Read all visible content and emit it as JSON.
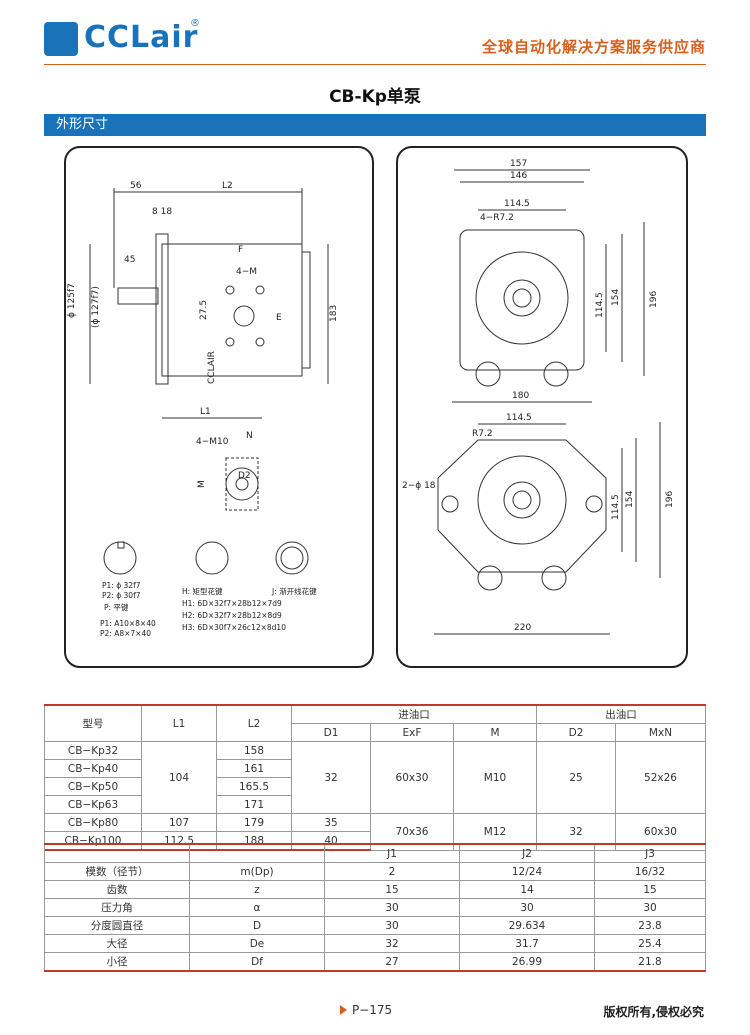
{
  "header": {
    "logo_text": "CCLair",
    "logo_reg": "®",
    "slogan": "全球自动化解决方案服务供应商"
  },
  "title": "CB-Kp单泵",
  "section": "外形尺寸",
  "drawing": {
    "left": {
      "dims": {
        "d56": "56",
        "l2": "L2",
        "d8_18": "8 18",
        "d45": "45",
        "dia125": "ϕ 125f7",
        "dia127": "(ϕ 127f7)",
        "f": "F",
        "m4": "4−M",
        "d27": "27.5",
        "e": "E",
        "d183": "183",
        "l1": "L1",
        "m10": "4−M10",
        "n": "N",
        "m": "M",
        "d2": "D2",
        "brand": "CCLAIR"
      },
      "shaft_p": [
        "P1: ϕ 32f7",
        "P2: ϕ 30f7",
        "P: 平键",
        "P1: A10×8×40",
        "P2: A8×7×40"
      ],
      "shaft_h": [
        "H: 矩型花键",
        "H1: 6D×32f7×28b12×7d9",
        "H2: 6D×32f7×28b12×8d9",
        "H3: 6D×30f7×26c12×8d10"
      ],
      "shaft_j": [
        "J: 渐开线花键"
      ]
    },
    "right": {
      "top": {
        "d157": "157",
        "d146": "146",
        "d114": "114.5",
        "r72": "4−R7.2",
        "d1145": "114.5",
        "d154": "154",
        "d196": "196",
        "d180": "180"
      },
      "bottom": {
        "d114": "114.5",
        "r72": "R7.2",
        "phi18": "2−ϕ 18",
        "d1145": "114.5",
        "d154": "154",
        "d196": "196",
        "d220": "220"
      }
    }
  },
  "table1": {
    "headers": {
      "model": "型号",
      "l1": "L1",
      "l2": "L2",
      "inlet": "进油口",
      "outlet": "出油口",
      "d1": "D1",
      "exf": "ExF",
      "m": "M",
      "d2": "D2",
      "mxn": "MxN"
    },
    "rows": [
      [
        "CB−Kp32",
        "158"
      ],
      [
        "CB−Kp40",
        "161"
      ],
      [
        "CB−Kp50",
        "165.5"
      ],
      [
        "CB−Kp63",
        "171"
      ]
    ],
    "group1": {
      "l1": "104",
      "d1": "32",
      "exf": "60x30",
      "m": "M10",
      "d2": "25",
      "mxn": "52x26"
    },
    "kp80": {
      "model": "CB−Kp80",
      "l1": "107",
      "l2": "179",
      "d1": "35"
    },
    "kp100": {
      "model": "CB−Kp100",
      "l1": "112.5",
      "l2": "188",
      "d1": "40"
    },
    "group2": {
      "exf": "70x36",
      "m": "M12",
      "d2": "32",
      "mxn": "60x30"
    }
  },
  "table2": {
    "headers": [
      "",
      "",
      "J1",
      "J2",
      "J3"
    ],
    "rows": [
      [
        "模数（径节）",
        "m(Dp)",
        "2",
        "12/24",
        "16/32"
      ],
      [
        "齿数",
        "z",
        "15",
        "14",
        "15"
      ],
      [
        "压力角",
        "α",
        "30",
        "30",
        "30"
      ],
      [
        "分度圆直径",
        "D",
        "30",
        "29.634",
        "23.8"
      ],
      [
        "大径",
        "De",
        "32",
        "31.7",
        "25.4"
      ],
      [
        "小径",
        "Df",
        "27",
        "26.99",
        "21.8"
      ]
    ]
  },
  "footer": {
    "page": "P−175",
    "copyright": "版权所有,侵权必究"
  },
  "colors": {
    "brand_blue": "#1a73b8",
    "accent_orange": "#d8601c",
    "table_red": "#c0392b"
  }
}
